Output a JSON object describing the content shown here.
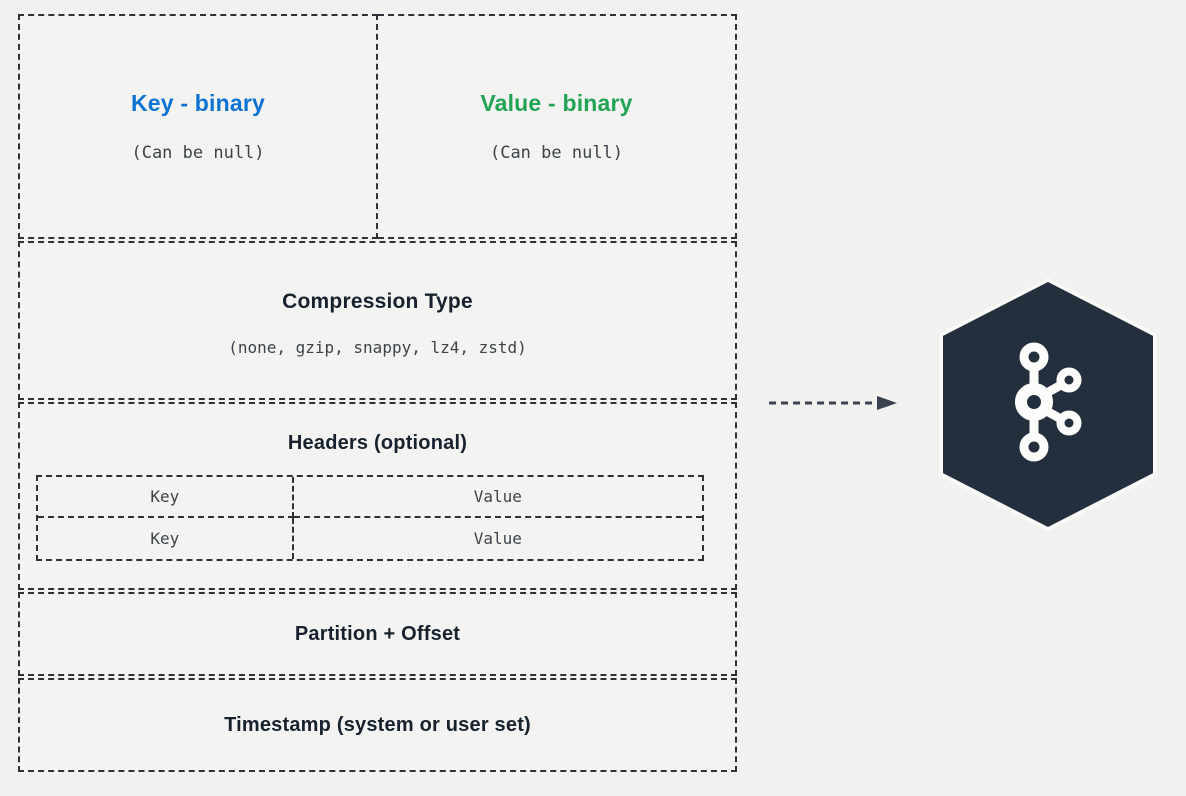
{
  "palette": {
    "background": "#f1f1ef",
    "box_fill": "#f3f3f1",
    "dashed_border": "#2e3236",
    "heading_text": "#17222e",
    "mono_text": "#3d434a",
    "key_title": "#0d73d2",
    "value_title": "#22a455",
    "arrow": "#39424e",
    "hexagon_fill": "#232f3d",
    "hexagon_halo": "#fafaf8",
    "logo": "#fcfcfa"
  },
  "record": {
    "key_cell": {
      "title": "Key - binary",
      "subtitle": "(Can be null)"
    },
    "value_cell": {
      "title": "Value - binary",
      "subtitle": "(Can be null)"
    },
    "compression": {
      "title": "Compression Type",
      "subtitle": "(none, gzip, snappy, lz4, zstd)"
    },
    "headers": {
      "title": "Headers (optional)",
      "rows": [
        {
          "key": "Key",
          "value": "Value"
        },
        {
          "key": "Key",
          "value": "Value"
        }
      ]
    },
    "partition": {
      "title": "Partition + Offset"
    },
    "timestamp": {
      "title": "Timestamp (system or user set)"
    }
  },
  "icons": {
    "arrow": "dashed-right-arrow",
    "logo": "apache-kafka-hexagon"
  }
}
